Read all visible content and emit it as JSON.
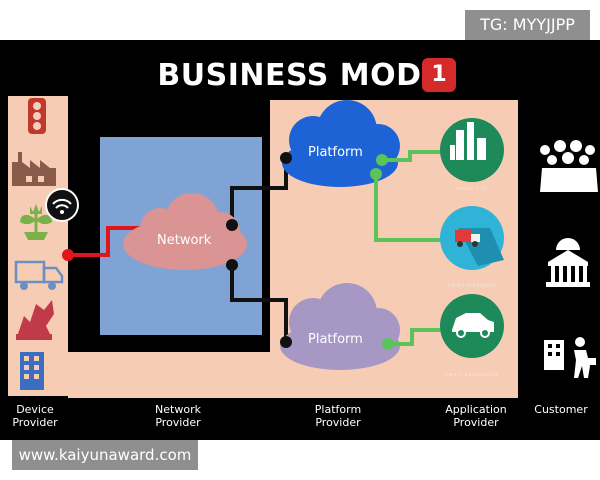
{
  "watermark_top": "TG: MYYJJPP",
  "title": "BUSINESS MODE",
  "badge": "1",
  "clouds": {
    "network": "Network",
    "platform_top": "Platform",
    "platform_bottom": "Platform"
  },
  "applications": {
    "smart_city": "smart city",
    "smart_transport": "smart transport",
    "smart_automotive": "smart automotive"
  },
  "columns": {
    "device": [
      "Device",
      "Provider"
    ],
    "network": [
      "Network",
      "Provider"
    ],
    "platform": [
      "Platform",
      "Provider"
    ],
    "application": [
      "Application",
      "Provider"
    ],
    "customer": [
      "Customer"
    ]
  },
  "watermark_bottom": "www.kaiyunaward.com",
  "colors": {
    "badge": "#d42a2a",
    "network_region": "#7ea3d4",
    "provider_region": "#f6cdb4",
    "network_cloud": "#d99493",
    "platform_top_cloud": "#1e63d6",
    "platform_bottom_cloud": "#a697c4",
    "app_circle": "#1e8a5a",
    "red_link": "#e0161b",
    "green_link": "#5cc25a"
  },
  "icons": [
    "traffic-light-icon",
    "factory-icon",
    "plant-icon",
    "wifi-icon",
    "truck-icon",
    "robot-arm-icon",
    "building-icon",
    "smart-city-icon",
    "smart-transport-icon",
    "smart-car-icon",
    "crowd-icon",
    "government-building-icon",
    "business-person-icon"
  ]
}
